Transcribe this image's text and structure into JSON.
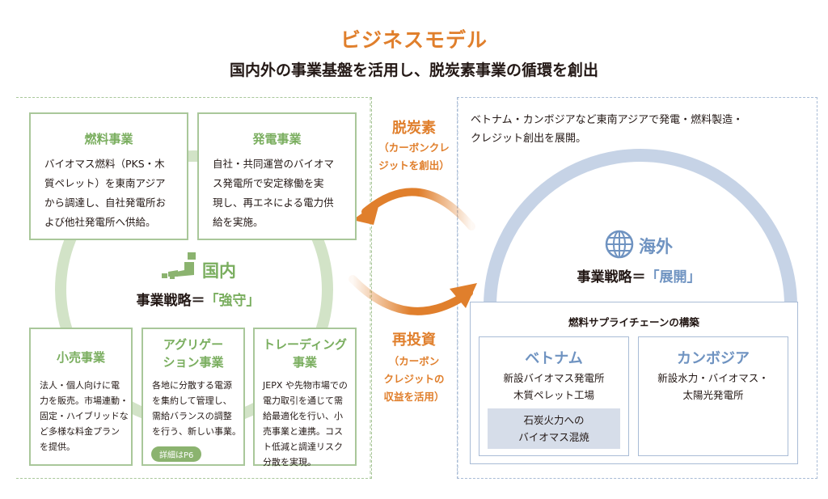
{
  "header": {
    "title": "ビジネスモデル",
    "subtitle": "国内外の事業基盤を活用し、脱炭素事業の循環を創出"
  },
  "colors": {
    "orange": "#e07f2c",
    "green": "#7aae5f",
    "green_light": "#d2e3c7",
    "blue": "#6f93c1",
    "blue_light": "#c6d3e6",
    "text": "#231815"
  },
  "domestic": {
    "icon": "japan-map-icon",
    "title": "国内",
    "strategy_prefix": "事業戦略＝",
    "strategy_value": "「強守」",
    "businesses": [
      {
        "title": "燃料事業",
        "lines": [
          "バイオマス燃料（PKS・木",
          "質ペレット）を東南アジア",
          "から調達し、自社発電所お",
          "よび他社発電所へ供給。"
        ]
      },
      {
        "title": "発電事業",
        "lines": [
          "自社・共同運営のバイオマ",
          "ス発電所で安定稼働を実",
          "現し、再エネによる電力供",
          "給を実施。"
        ]
      },
      {
        "title": "小売事業",
        "lines": [
          "法人・個人向けに電",
          "力を販売。市場連動・",
          "固定・ハイブリッドな",
          "ど多様な料金プラン",
          "を提供。"
        ]
      },
      {
        "title_lines": [
          "アグリゲー",
          "ション事業"
        ],
        "lines": [
          "各地に分散する電源",
          "を集約して管理し、",
          "需給バランスの調整",
          "を行う、新しい事業。"
        ],
        "link": "詳細はP6"
      },
      {
        "title_lines": [
          "トレーディング",
          "事業"
        ],
        "lines": [
          "JEPX や先物市場での",
          "電力取引を通じて需",
          "給最適化を行い、小",
          "売事業と連携。コス",
          "ト低減と調達リスク",
          "分散を実現。"
        ]
      }
    ]
  },
  "flow": {
    "top": {
      "heading": "脱炭素",
      "sub_lines": [
        "（カーボンクレ",
        "ジットを創出）"
      ]
    },
    "bottom": {
      "heading": "再投資",
      "sub_lines": [
        "（カーボン",
        "クレジットの",
        "収益を活用）"
      ]
    }
  },
  "overseas": {
    "intro_lines": [
      "ベトナム・カンボジアなど東南アジアで発電・燃料製造・",
      "クレジット創出を展開。"
    ],
    "icon": "globe-icon",
    "title": "海外",
    "strategy_prefix": "事業戦略＝",
    "strategy_value": "「展開」",
    "supply_chain": {
      "title": "燃料サプライチェーンの構築",
      "countries": [
        {
          "name": "ベトナム",
          "lines": [
            "新設バイオマス発電所",
            "木質ペレット工場"
          ],
          "highlight_lines": [
            "石炭火力への",
            "バイオマス混焼"
          ]
        },
        {
          "name": "カンボジア",
          "lines": [
            "新設水力・バイオマス・",
            "太陽光発電所"
          ]
        }
      ]
    }
  }
}
